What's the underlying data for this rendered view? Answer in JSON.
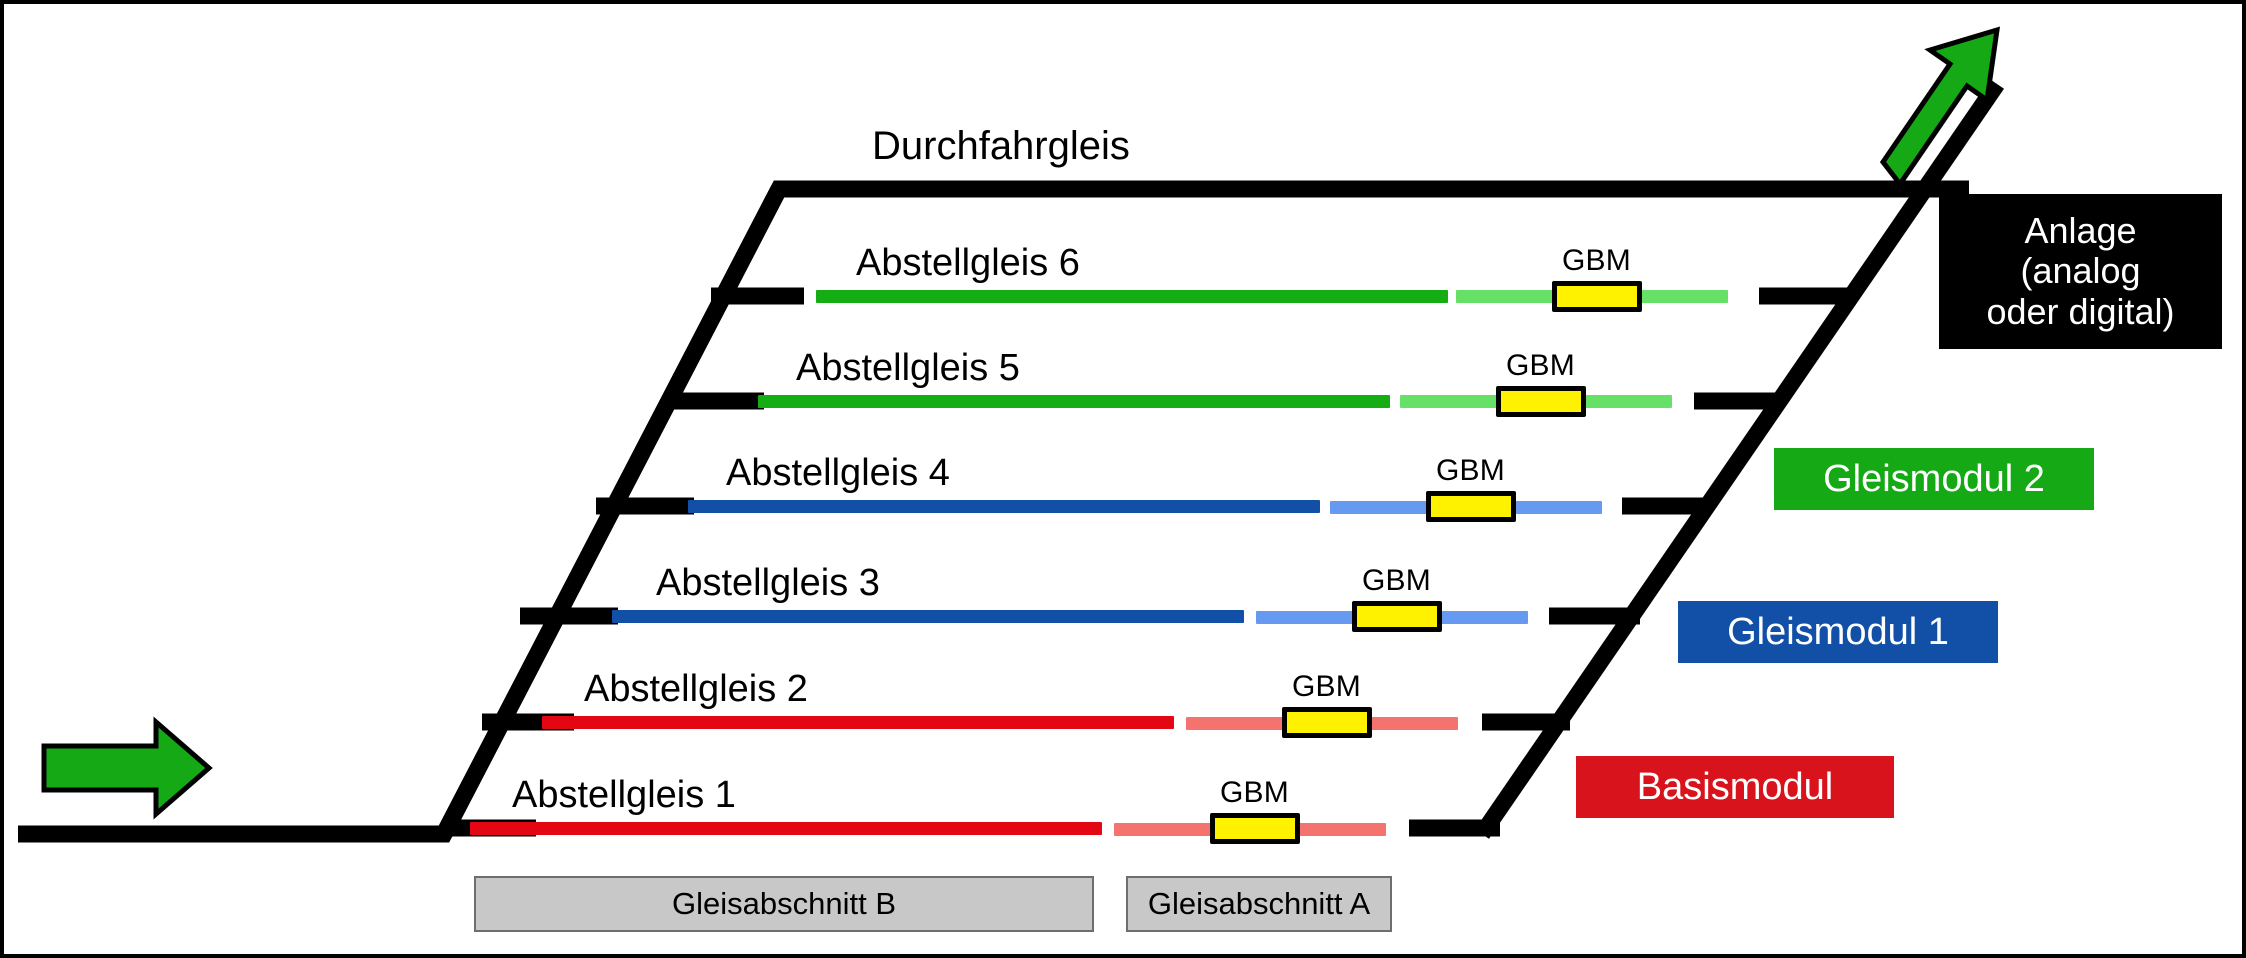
{
  "diagram": {
    "through_track_label": "Durchfahrgleis",
    "gbm_label": "GBM",
    "colors": {
      "rail_black": "#000000",
      "green_dark": "#14AD14",
      "green_light": "#66E066",
      "blue_dark": "#1250A8",
      "blue_light": "#6699F0",
      "red_dark": "#E30613",
      "red_light": "#F4736E",
      "gbm_yellow": "#FFF200",
      "section_gray": "#C8C8C8",
      "arrow_green": "#16A916"
    }
  },
  "tracks": [
    {
      "label": "Abstellgleis 6",
      "module": "Gleismodul 2",
      "color_main": "#14AD14",
      "color_tint": "#66E066",
      "gbm": "GBM"
    },
    {
      "label": "Abstellgleis 5",
      "module": "Gleismodul 2",
      "color_main": "#14AD14",
      "color_tint": "#66E066",
      "gbm": "GBM"
    },
    {
      "label": "Abstellgleis 4",
      "module": "Gleismodul 1",
      "color_main": "#1250A8",
      "color_tint": "#6699F0",
      "gbm": "GBM"
    },
    {
      "label": "Abstellgleis 3",
      "module": "Gleismodul 1",
      "color_main": "#1250A8",
      "color_tint": "#6699F0",
      "gbm": "GBM"
    },
    {
      "label": "Abstellgleis 2",
      "module": "Basismodul",
      "color_main": "#E30613",
      "color_tint": "#F4736E",
      "gbm": "GBM"
    },
    {
      "label": "Abstellgleis 1",
      "module": "Basismodul",
      "color_main": "#E30613",
      "color_tint": "#F4736E",
      "gbm": "GBM"
    }
  ],
  "legend": {
    "anlage_line1": "Anlage",
    "anlage_line2": "(analog",
    "anlage_line3": "oder digital)",
    "gleismodul2": "Gleismodul 2",
    "gleismodul1": "Gleismodul 1",
    "basismodul": "Basismodul"
  },
  "sections": {
    "b": "Gleisabschnitt B",
    "a": "Gleisabschnitt A"
  },
  "arrows": {
    "entry": "entry-arrow-right",
    "exit": "exit-arrow-up-right"
  }
}
